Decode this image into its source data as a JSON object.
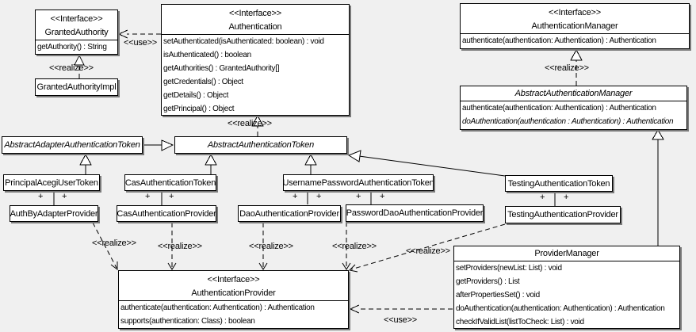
{
  "colors": {
    "background": "#f0f0f0",
    "box_fill": "#ffffff",
    "line": "#000000",
    "shadow": "#7a7a7a"
  },
  "annotations": {
    "use": "<<use>>",
    "realize": "<<realize>>",
    "plus": "+"
  },
  "classes": {
    "granted_authority": {
      "stereotype": "<<Interface>>",
      "name": "GrantedAuthority",
      "methods": [
        "getAuthority() : String"
      ]
    },
    "granted_authority_impl": {
      "name": "GrantedAuthorityImpl"
    },
    "authentication": {
      "stereotype": "<<Interface>>",
      "name": "Authentication",
      "methods": [
        "setAuthenticated(isAuthenticated: boolean) : void",
        "isAuthenticated() : boolean",
        "getAuthorities() : GrantedAuthority[]",
        "getCredentials() : Object",
        "getDetails() : Object",
        "getPrincipal() : Object"
      ]
    },
    "authentication_manager": {
      "stereotype": "<<Interface>>",
      "name": "AuthenticationManager",
      "methods": [
        "authenticate(authentication: Authentication) : Authentication"
      ]
    },
    "abstract_authentication_manager": {
      "name": "AbstractAuthenticationManager",
      "methods": [
        "authenticate(authentication: Authentication) : Authentication",
        "doAuthentication(authentication : Authentication) : Authentication"
      ]
    },
    "abstract_adapter_authentication_token": {
      "name": "AbstractAdapterAuthenticationToken"
    },
    "abstract_authentication_token": {
      "name": "AbstractAuthenticationToken"
    },
    "principal_acegi_user_token": {
      "name": "PrincipalAcegiUserToken"
    },
    "cas_authentication_token": {
      "name": "CasAuthenticationToken"
    },
    "username_password_authentication_token": {
      "name": "UsernamePasswordAuthenticationToken"
    },
    "testing_authentication_token": {
      "name": "TestingAuthenticationToken"
    },
    "auth_by_adapter_provider": {
      "name": "AuthByAdapterProvider"
    },
    "cas_authentication_provider": {
      "name": "CasAuthenticationProvider"
    },
    "dao_authentication_provider": {
      "name": "DaoAuthenticationProvider"
    },
    "password_dao_authentication_provider": {
      "name": "PasswordDaoAuthenticationProvider"
    },
    "testing_authentication_provider": {
      "name": "TestingAuthenticationProvider"
    },
    "authentication_provider": {
      "stereotype": "<<Interface>>",
      "name": "AuthenticationProvider",
      "methods": [
        "authenticate(authentication: Authentication) : Authentication",
        "supports(authentication: Class) : boolean"
      ]
    },
    "provider_manager": {
      "name": "ProviderManager",
      "methods": [
        "setProviders(newList: List) : void",
        "getProviders() : List",
        "afterPropertiesSet() : void",
        "doAuthentication(authentication: Authentication) : Authentication",
        "checkIfValidList(listToCheck: List) : void"
      ]
    }
  },
  "relationships": [
    {
      "type": "use",
      "from": "Authentication",
      "to": "GrantedAuthority",
      "label": "<<use>>"
    },
    {
      "type": "realize",
      "from": "GrantedAuthorityImpl",
      "to": "GrantedAuthority",
      "label": "<<realize>>"
    },
    {
      "type": "realize",
      "from": "AbstractAuthenticationToken",
      "to": "Authentication",
      "label": "<<realize>>"
    },
    {
      "type": "realize",
      "from": "AbstractAuthenticationManager",
      "to": "AuthenticationManager",
      "label": "<<realize>>"
    },
    {
      "type": "generalization",
      "from": "AbstractAdapterAuthenticationToken",
      "to": "AbstractAuthenticationToken"
    },
    {
      "type": "generalization",
      "from": "PrincipalAcegiUserToken",
      "to": "AbstractAdapterAuthenticationToken"
    },
    {
      "type": "generalization",
      "from": "CasAuthenticationToken",
      "to": "AbstractAuthenticationToken"
    },
    {
      "type": "generalization",
      "from": "UsernamePasswordAuthenticationToken",
      "to": "AbstractAuthenticationToken"
    },
    {
      "type": "generalization",
      "from": "TestingAuthenticationToken",
      "to": "AbstractAuthenticationToken"
    },
    {
      "type": "generalization",
      "from": "ProviderManager",
      "to": "AbstractAuthenticationManager"
    },
    {
      "type": "association",
      "from": "PrincipalAcegiUserToken",
      "to": "AuthByAdapterProvider",
      "end_labels": [
        "+",
        "+"
      ]
    },
    {
      "type": "association",
      "from": "CasAuthenticationToken",
      "to": "CasAuthenticationProvider",
      "end_labels": [
        "+",
        "+"
      ]
    },
    {
      "type": "association",
      "from": "UsernamePasswordAuthenticationToken",
      "to": "DaoAuthenticationProvider",
      "end_labels": [
        "+",
        "+"
      ]
    },
    {
      "type": "association",
      "from": "UsernamePasswordAuthenticationToken",
      "to": "PasswordDaoAuthenticationProvider",
      "end_labels": [
        "+",
        "+"
      ]
    },
    {
      "type": "association",
      "from": "TestingAuthenticationToken",
      "to": "TestingAuthenticationProvider",
      "end_labels": [
        "+",
        "+"
      ]
    },
    {
      "type": "realize",
      "from": "AuthByAdapterProvider",
      "to": "AuthenticationProvider",
      "label": "<<realize>>"
    },
    {
      "type": "realize",
      "from": "CasAuthenticationProvider",
      "to": "AuthenticationProvider",
      "label": "<<realize>>"
    },
    {
      "type": "realize",
      "from": "DaoAuthenticationProvider",
      "to": "AuthenticationProvider",
      "label": "<<realize>>"
    },
    {
      "type": "realize",
      "from": "PasswordDaoAuthenticationProvider",
      "to": "AuthenticationProvider",
      "label": "<<realize>>"
    },
    {
      "type": "realize",
      "from": "TestingAuthenticationProvider",
      "to": "AuthenticationProvider",
      "label": "<<realize>>"
    },
    {
      "type": "use",
      "from": "ProviderManager",
      "to": "AuthenticationProvider",
      "label": "<<use>>"
    }
  ]
}
